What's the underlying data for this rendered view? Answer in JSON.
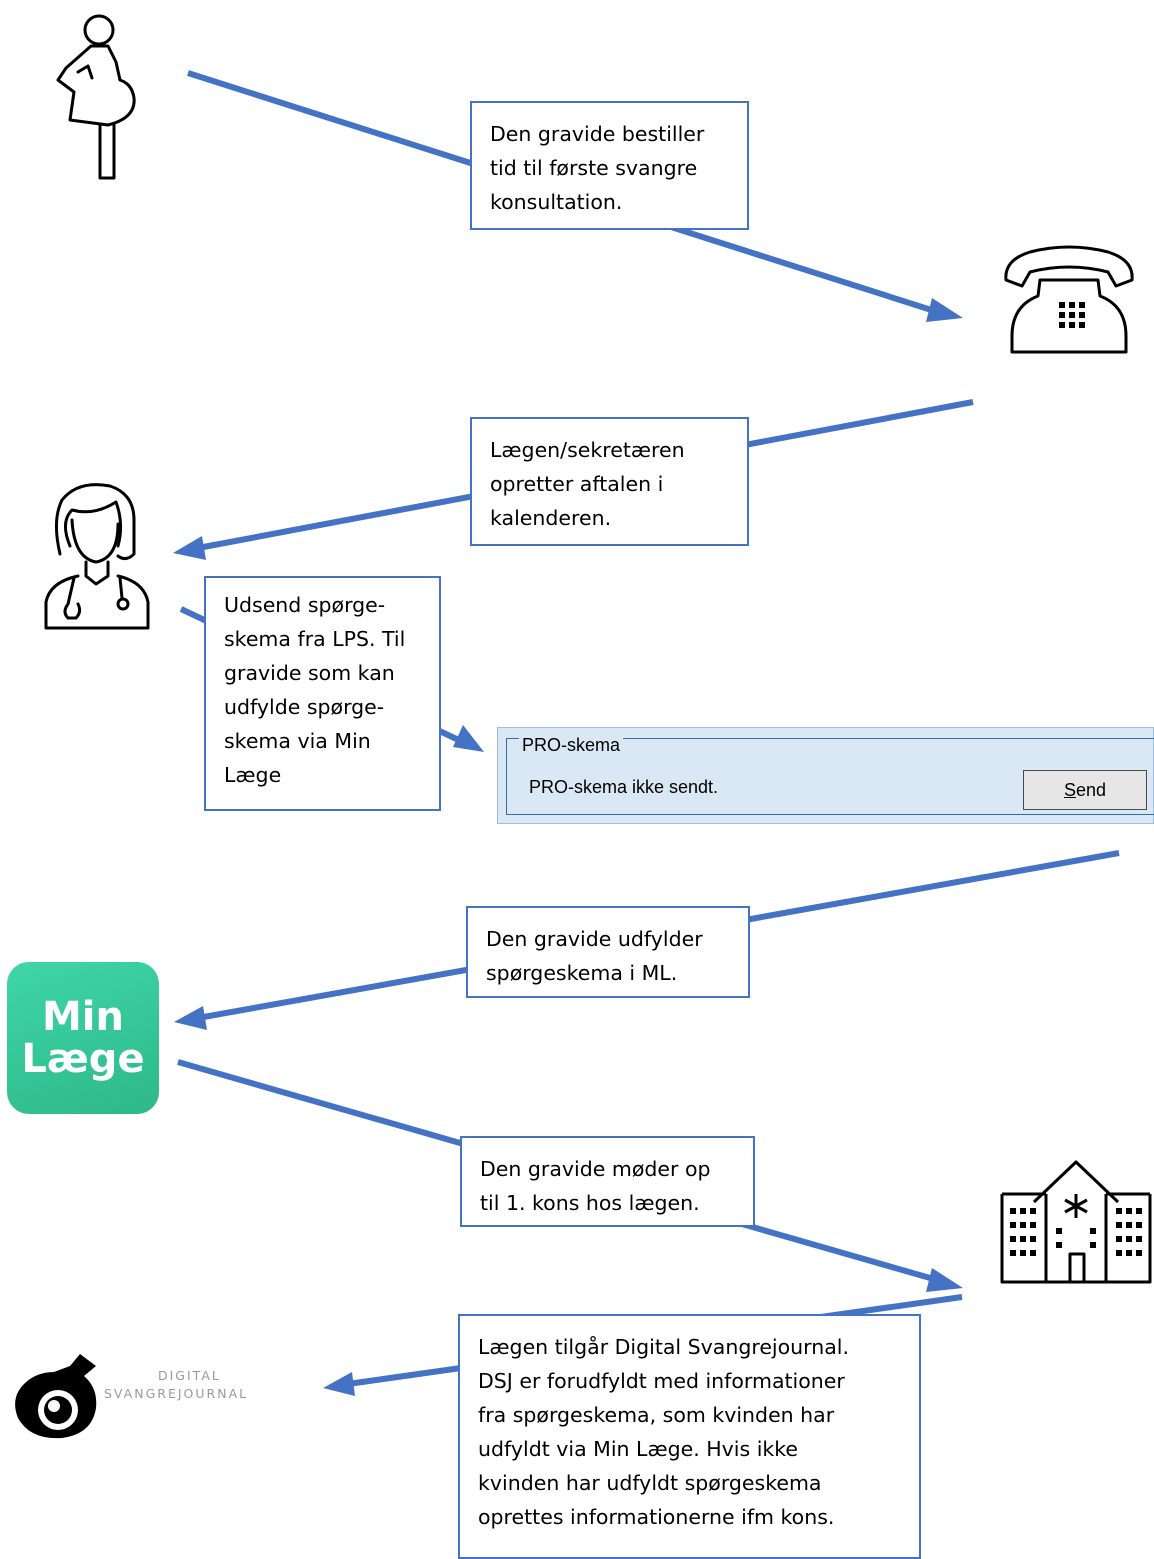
{
  "steps": [
    {
      "lines": [
        "Den gravide bestiller",
        "tid til første svangre",
        "konsultation."
      ]
    },
    {
      "lines": [
        "Lægen/sekretæren",
        "opretter aftalen i",
        "kalenderen."
      ]
    },
    {
      "lines": [
        "Udsend spørge-",
        "skema fra LPS. Til",
        "gravide som kan",
        "udfylde spørge-",
        "skema via Min",
        "Læge"
      ]
    },
    {
      "lines": [
        "Den gravide udfylder",
        "spørgeskema i ML."
      ]
    },
    {
      "lines": [
        "Den gravide møder op",
        "til 1. kons hos lægen."
      ]
    },
    {
      "lines": [
        "Lægen tilgår Digital Svangrejournal.",
        "DSJ er forudfyldt med informationer",
        "fra spørgeskema, som kvinden har",
        "udfyldt via Min Læge. Hvis ikke",
        "kvinden har udfyldt spørgeskema",
        "oprettes informationerne ifm kons."
      ]
    }
  ],
  "icons": {
    "pregnant_woman": "pregnant-woman-icon",
    "telephone": "telephone-icon",
    "doctor": "doctor-icon",
    "hospital": "hospital-icon",
    "dsj_logo": "fetus-logo-icon"
  },
  "min_laege_logo": {
    "line1": "Min",
    "line2": "Læge",
    "color": "#3ccf9f"
  },
  "pro_skema": {
    "legend": "PRO-skema",
    "status": "PRO-skema ikke sendt.",
    "send_mnemonic": "S",
    "send_rest": "end"
  },
  "dsj_logo": {
    "line1": "DIGITAL",
    "line2": "SVANGREJOURNAL"
  },
  "colors": {
    "arrow": "#4472c4",
    "box_border": "#4472c4"
  }
}
